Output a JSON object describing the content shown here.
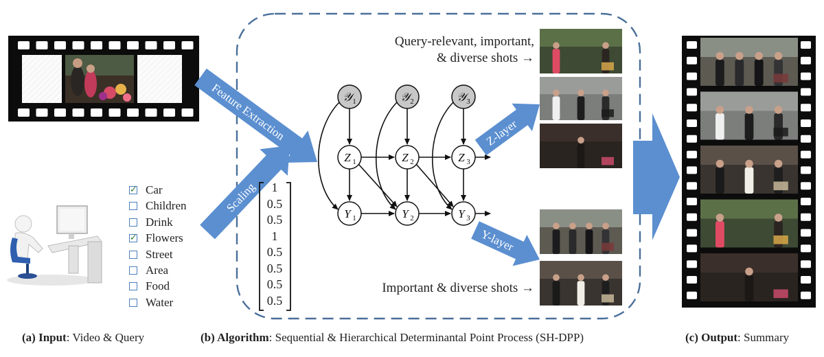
{
  "colors": {
    "arrow_fill": "#5b8fd0",
    "dashed_border": "#4a6f9a",
    "node_observed": "#c8c8c8",
    "node_latent": "#ffffff",
    "checkbox_border": "#4a7ebb",
    "check_mark": "#2e7d32"
  },
  "arrows": {
    "feature_extraction": "Feature Extraction",
    "scaling": "Scaling",
    "z_layer": "Z-layer",
    "y_layer": "Y-layer"
  },
  "query": {
    "items": [
      {
        "label": "Car",
        "checked": true
      },
      {
        "label": "Children",
        "checked": false
      },
      {
        "label": "Drink",
        "checked": false
      },
      {
        "label": "Flowers",
        "checked": true
      },
      {
        "label": "Street",
        "checked": false
      },
      {
        "label": "Area",
        "checked": false
      },
      {
        "label": "Food",
        "checked": false
      },
      {
        "label": "Water",
        "checked": false
      }
    ]
  },
  "vector": [
    "1",
    "0.5",
    "0.5",
    "1",
    "0.5",
    "0.5",
    "0.5",
    "0.5"
  ],
  "graph": {
    "observed_nodes": [
      "𝒴",
      "𝒴",
      "𝒴"
    ],
    "z_nodes": [
      "Z",
      "Z",
      "Z"
    ],
    "y_nodes": [
      "Y",
      "Y",
      "Y"
    ],
    "subscripts": [
      "1",
      "2",
      "3"
    ]
  },
  "annotations": {
    "query_relevant_line1": "Query-relevant, important,",
    "query_relevant_line2": "& diverse shots →",
    "important_diverse": "Important & diverse shots →"
  },
  "captions": {
    "input_bold": "(a) Input",
    "input_rest": ": Video & Query",
    "algorithm_bold": "(b) Algorithm",
    "algorithm_rest": ": Sequential & Hierarchical Determinantal Point Process (SH-DPP)",
    "output_bold": "(c) Output",
    "output_rest": ": Summary"
  }
}
